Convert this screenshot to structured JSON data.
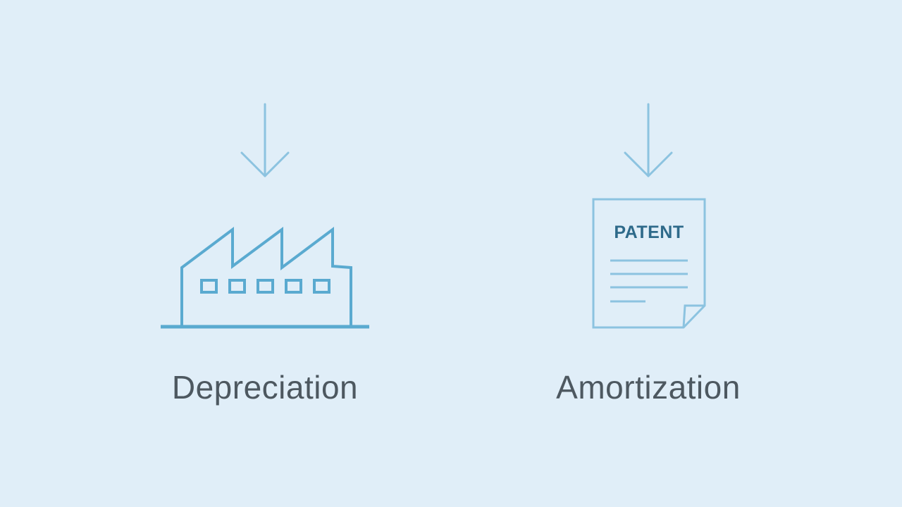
{
  "colors": {
    "background": "#e0eef8",
    "arrow": "#8cc3e0",
    "factory": "#5aaad0",
    "patent_line": "#8cc3e0",
    "patent_text": "#2e6a8a",
    "caption": "#4d5860"
  },
  "left": {
    "icon": "factory-icon",
    "caption": "Depreciation"
  },
  "right": {
    "icon": "patent-document-icon",
    "doc_label": "PATENT",
    "caption": "Amortization"
  }
}
